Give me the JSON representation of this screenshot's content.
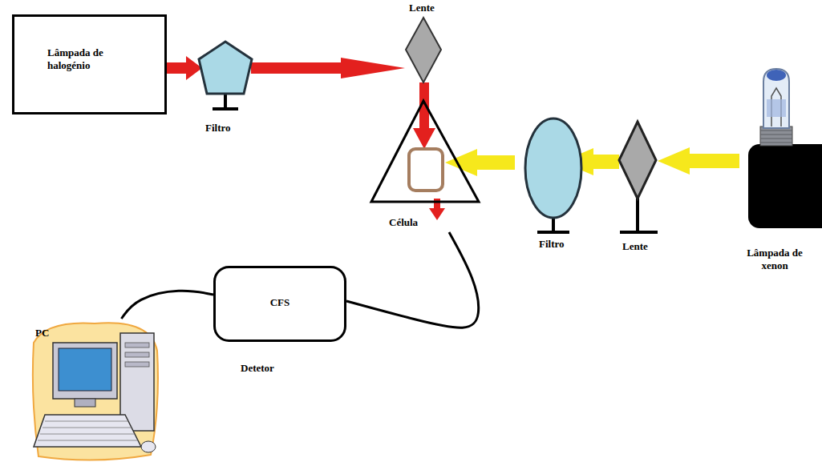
{
  "diagram": {
    "nodes": [
      {
        "text": [
          "Lâmpada de halogénio"
        ]
      },
      {
        "text": [
          "Célula"
        ]
      },
      {
        "text": [
          "Lâmpada de xenon"
        ]
      },
      {
        "text": [
          "CFS",
          "Detetor"
        ]
      },
      {
        "text": [
          "PC"
        ]
      }
    ],
    "edges": [
      {
        "from": 1,
        "to": 3,
        "arrow": "none"
      },
      {
        "from": 3,
        "to": 4,
        "arrow": "none"
      }
    ],
    "labels": [
      "Lente",
      "Filtro",
      "Filtro",
      "Lente"
    ]
  }
}
